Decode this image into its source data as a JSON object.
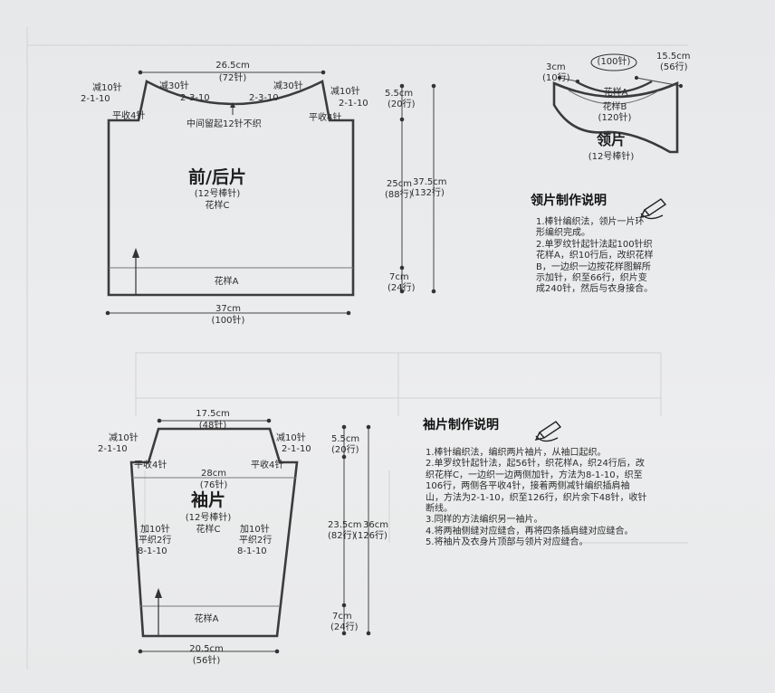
{
  "body": {
    "title": "前/后片",
    "needle": "(12号棒针)",
    "pattern": "花样C",
    "width_top": "26.5cm",
    "stitches_top": "(72针)",
    "dec_left": "减10针",
    "dec_left_formula": "2-1-10",
    "dec_right": "减10针",
    "dec_right_formula": "2-1-10",
    "bind_left": "平收4针",
    "bind_right": "平收4针",
    "neck_left": "减30针",
    "neck_left_formula": "2-3-10",
    "neck_right": "减30针",
    "neck_right_formula": "2-3-10",
    "neck_center": "中间留起12针不织",
    "band_pattern": "花样A",
    "width_bottom": "37cm",
    "stitches_bottom": "(100针)",
    "h_top": "5.5cm",
    "h_top_rows": "(20行)",
    "h_mid": "25cm",
    "h_mid_rows": "(88行)",
    "h_total": "37.5cm",
    "h_total_rows": "(132行)",
    "h_bot": "7cm",
    "h_bot_rows": "(24行)"
  },
  "collar": {
    "title": "领片",
    "needle": "(12号棒针)",
    "inner_stitches": "(100针)",
    "left_cm": "3cm",
    "left_rows": "(10行)",
    "right_cm": "15.5cm",
    "right_rows": "(56行)",
    "pattern_a": "花样A",
    "pattern_b": "花样B",
    "outer_stitches": "(120针)"
  },
  "collar_notes": {
    "heading": "领片制作说明",
    "lines": [
      "1.棒针编织法，领片一片环",
      "形编织完成。",
      "2.单罗纹针起针法起100针织",
      "花样A，织10行后，改织花样",
      "B，一边织一边按花样图解所",
      "示加针，织至66行，织片变",
      "成240针，然后与衣身接合。"
    ]
  },
  "sleeve": {
    "title": "袖片",
    "needle": "(12号棒针)",
    "pattern": "花样C",
    "width_top": "17.5cm",
    "stitches_top": "(48针)",
    "dec_left": "减10针",
    "dec_left_formula": "2-1-10",
    "dec_right": "减10针",
    "dec_right_formula": "2-1-10",
    "bind_left": "平收4针",
    "bind_right": "平收4针",
    "width_mid": "28cm",
    "stitches_mid": "(76针)",
    "inc_left": "加10针",
    "inc_left_plain": "平织2行",
    "inc_left_formula": "8-1-10",
    "inc_right": "加10针",
    "inc_right_plain": "平织2行",
    "inc_right_formula": "8-1-10",
    "band_pattern": "花样A",
    "width_bottom": "20.5cm",
    "stitches_bottom": "(56针)",
    "h_top": "5.5cm",
    "h_top_rows": "(20行)",
    "h_mid": "23.5cm",
    "h_mid_rows": "(82行)",
    "h_total": "36cm",
    "h_total_rows": "(126行)",
    "h_bot": "7cm",
    "h_bot_rows": "(24行)"
  },
  "sleeve_notes": {
    "heading": "袖片制作说明",
    "lines": [
      "1.棒针编织法，编织两片袖片，从袖口起织。",
      "2.单罗纹针起针法，起56针，织花样A，织24行后，改",
      "织花样C，一边织一边两侧加针，方法为8-1-10，织至",
      "106行，两侧各平收4针，接着两侧减针编织插肩袖",
      "山，方法为2-1-10，织至126行，织片余下48针，收针",
      "断线。",
      "3.同样的方法编织另一袖片。",
      "4.将两袖侧缝对应缝合，再将四条插肩缝对应缝合。",
      "5.将袖片及衣身片顶部与领片对应缝合。"
    ]
  }
}
